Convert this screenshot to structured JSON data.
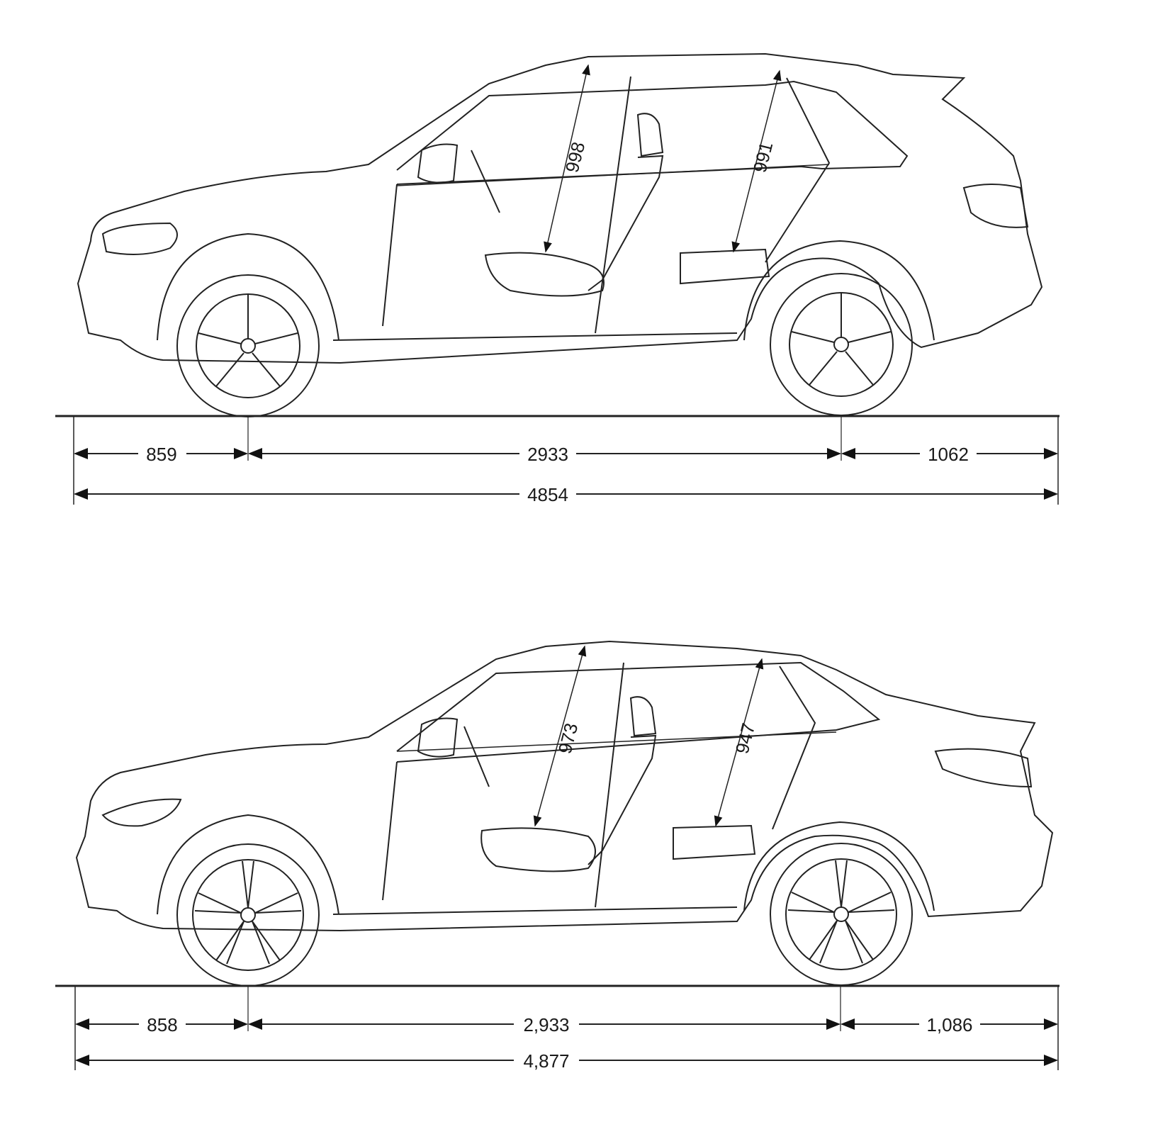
{
  "diagrams": [
    {
      "name": "suv-side-view",
      "dimensions": {
        "front_overhang": "859",
        "wheelbase": "2933",
        "rear_overhang": "1062",
        "overall_length": "4854",
        "front_headroom": "998",
        "rear_headroom": "991"
      }
    },
    {
      "name": "coupe-suv-side-view",
      "dimensions": {
        "front_overhang": "858",
        "wheelbase": "2,933",
        "rear_overhang": "1,086",
        "overall_length": "4,877",
        "front_headroom": "973",
        "rear_headroom": "947"
      }
    }
  ]
}
